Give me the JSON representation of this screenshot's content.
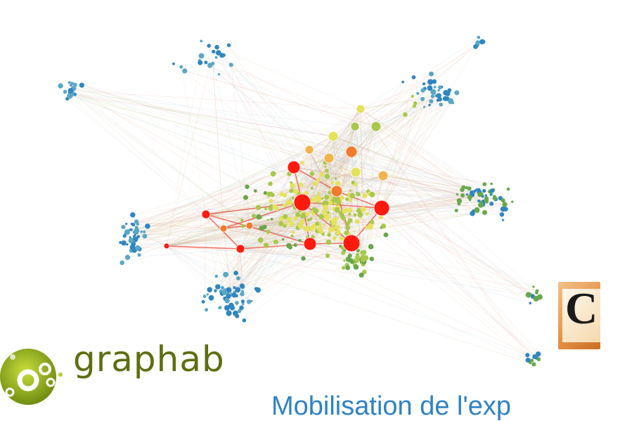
{
  "brand": {
    "name": "graphab",
    "logo_color": "#8ca91d",
    "text_color": "#5f6d10"
  },
  "badge": {
    "letter": "C",
    "color": "#e59247"
  },
  "caption": {
    "text": "Mobilisation de l'exp",
    "color": "#2e82c4"
  },
  "network": {
    "node_palette": [
      "#2f86c1",
      "#5aa7c6",
      "#67a94a",
      "#a8c84c",
      "#e5e25c",
      "#f2b44a",
      "#f27a2d",
      "#ff1a10"
    ],
    "edge_palette": [
      "#f2a49a",
      "#c6de9a",
      "#a9cbe1",
      "#e8b58e"
    ]
  }
}
